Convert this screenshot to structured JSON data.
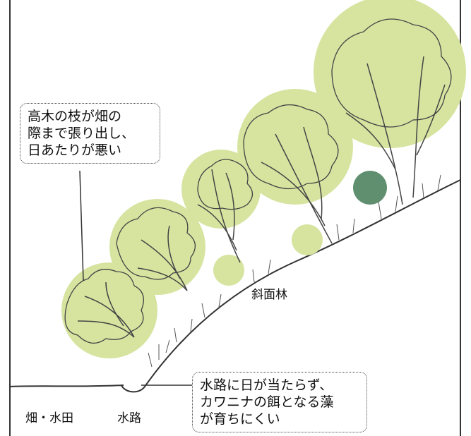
{
  "callouts": {
    "canopy_shade": {
      "lines": [
        "高木の枝が畑の",
        "際まで張り出し、",
        "日あたりが悪い"
      ]
    },
    "waterway": {
      "lines": [
        "水路に日が当たらず、",
        "カワニナの餌となる藻",
        "が育ちにくい"
      ]
    }
  },
  "labels": {
    "slope_forest": "斜面林",
    "field": "畑・水田",
    "waterway": "水路"
  },
  "colors": {
    "canopy": "#d6e4a0",
    "small_shrub": "#5f8f6e",
    "ink": "#333333"
  }
}
